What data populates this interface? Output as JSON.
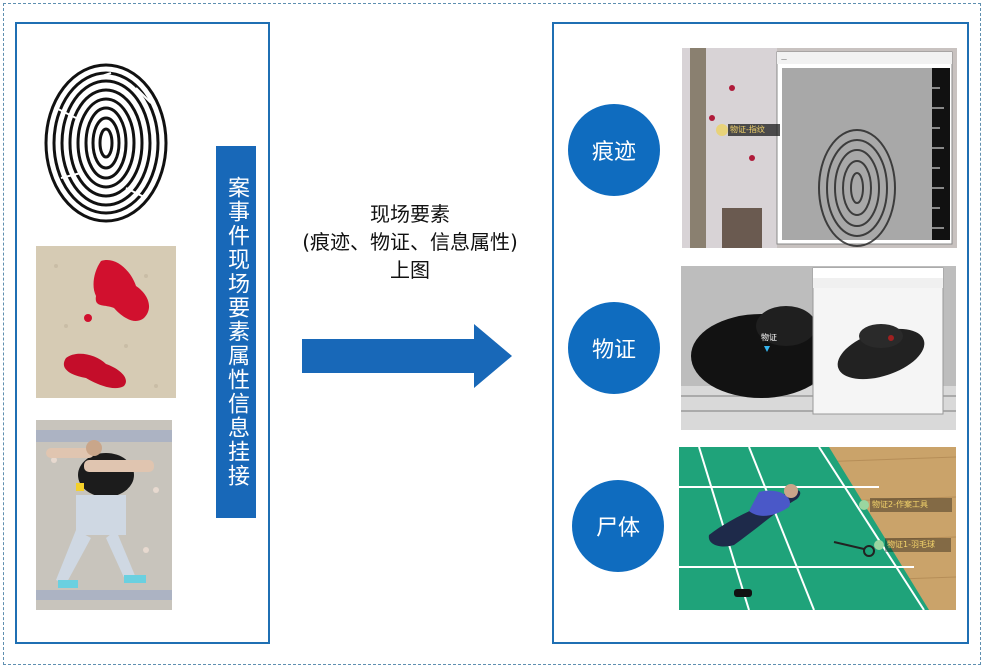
{
  "left_panel": {
    "vertical_label": "案事件现场要素属性信息挂接"
  },
  "caption": {
    "line1": "现场要素",
    "line2": "(痕迹、物证、信息属性)",
    "line3": "上图"
  },
  "categories": [
    {
      "label": "痕迹",
      "scene_tag": "物证-指纹"
    },
    {
      "label": "物证",
      "scene_tag": "物证"
    },
    {
      "label": "尸体",
      "scene_tag_1": "物证2-作案工具",
      "scene_tag_2": "物证1-羽毛球"
    }
  ],
  "colors": {
    "accent": "#1868b8",
    "circle": "#0f6cbf",
    "court_green": "#1fa37a"
  }
}
